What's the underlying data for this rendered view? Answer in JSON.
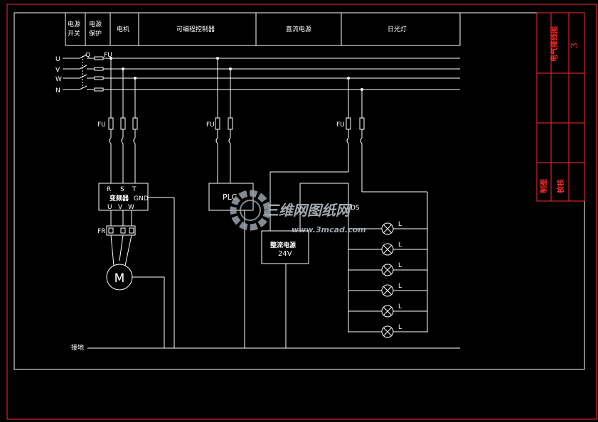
{
  "header": {
    "power_switch": [
      "电源",
      "开关"
    ],
    "power_protection": [
      "电源",
      "保护"
    ],
    "motor": "电机",
    "plc": "可编程控制器",
    "dc_power": "直流电源",
    "fluorescent_lamp": "日光灯"
  },
  "title_block": {
    "drawing_title": "电气接线图",
    "sheet_number": "3",
    "drawn_by": "制图",
    "checked_by": "校核"
  },
  "phases": [
    "U",
    "V",
    "W",
    "N"
  ],
  "labels": {
    "switch_q": "Q",
    "fuse": "FU",
    "inverter_rst": [
      "R",
      "S",
      "T"
    ],
    "inverter": "变频器",
    "gnd": "GND",
    "inverter_uvw": [
      "U",
      "V",
      "W"
    ],
    "thermal_relay": "FR",
    "motor_symbol": "M",
    "plc_box": "PLC",
    "dc_supply": "整流电源",
    "dc_voltage": "24V",
    "ground": "接地",
    "ds": "DS",
    "lamp": "L"
  },
  "watermark": {
    "brand": "三维网图纸网",
    "url": "www.3mcad.com"
  },
  "lamp_count": 6,
  "colors": {
    "background": "#000000",
    "line": "#ffffff",
    "frame": "#ff2a2a",
    "title_text": "#ff2a2a"
  }
}
